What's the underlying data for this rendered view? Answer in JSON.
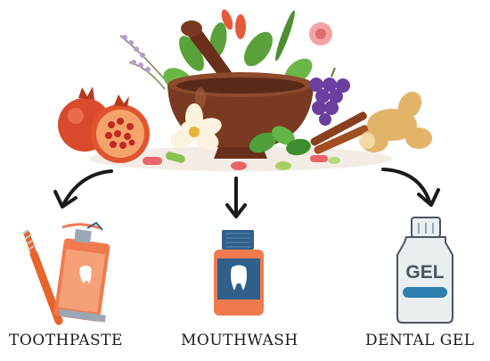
{
  "products": [
    {
      "label": "TOOTHPASTE",
      "icon": "toothbrush-and-toothpaste-tube-icon"
    },
    {
      "label": "MOUTHWASH",
      "icon": "mouthwash-bottle-icon"
    },
    {
      "label": "DENTAL GEL",
      "icon": "dental-gel-bottle-icon",
      "bottle_text": "GEL"
    }
  ],
  "colors": {
    "mortar": "#7a3a22",
    "pomegranate": "#d94a2c",
    "leaf": "#5aa13a",
    "grape": "#6b3fa0",
    "ginger": "#e2b46a",
    "toothbrush": "#e8642a",
    "mouthwash_label": "#2f5f8a",
    "gel_bottle": "#e9eef1",
    "arrow": "#1a1a1a"
  }
}
